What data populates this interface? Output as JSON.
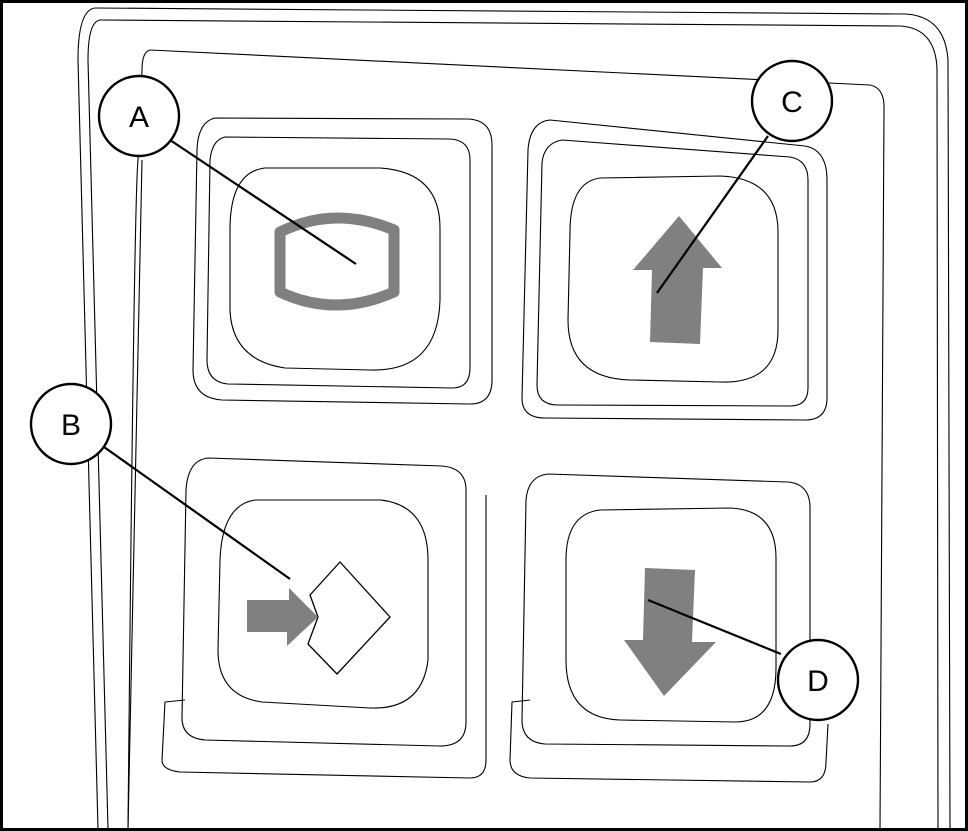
{
  "callouts": {
    "a": "A",
    "b": "B",
    "c": "C",
    "d": "D"
  },
  "colors": {
    "icon_fill": "#808080",
    "line": "#000000",
    "background": "#ffffff"
  },
  "icons": {
    "a": "screen-outline-icon",
    "b": "arrow-into-diamond-icon",
    "c": "arrow-up-icon",
    "d": "arrow-down-icon"
  }
}
